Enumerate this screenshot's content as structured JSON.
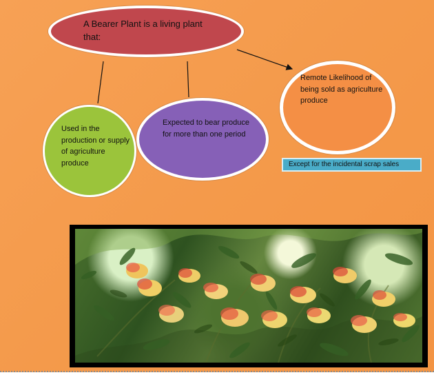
{
  "diagram": {
    "main_node": {
      "text": "A Bearer Plant is a living plant that:"
    },
    "nodes": [
      {
        "text": "Used in the production or supply of agriculture produce"
      },
      {
        "text": "Expected to bear produce for more than one period"
      },
      {
        "text": "Remote Likelihood of being sold as agriculture produce"
      }
    ],
    "note": {
      "text": "Except for the incidental scrap sales"
    }
  },
  "colors": {
    "background": "#f39f55",
    "main_node": "#c0474d",
    "green_node": "#9bc43b",
    "purple_node": "#8660b7",
    "white_border_node": "#f48f45",
    "note_box": "#4aacc8"
  }
}
